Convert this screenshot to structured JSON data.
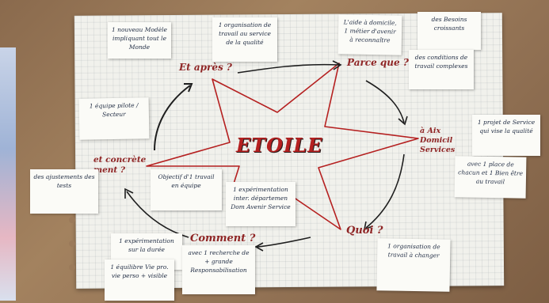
{
  "poster": {
    "title": "ETOILE",
    "branches": {
      "top_left": "Et après ?",
      "top_right": "Parce que ?",
      "right": "à Aix Domicil Services",
      "left": "et concrète ment ?",
      "bottom_left": "Comment ?",
      "bottom_right": "Quoi ?"
    }
  },
  "notes": [
    {
      "id": "n1",
      "text": "1 nouveau Modèle impliquant tout le Monde"
    },
    {
      "id": "n2",
      "text": "1 organisation de travail au service de la qualité"
    },
    {
      "id": "n3",
      "text": "L'aide à domicile, 1 métier d'avenir à reconnaître"
    },
    {
      "id": "n4",
      "text": "des Besoins croissants"
    },
    {
      "id": "n5",
      "text": "des conditions de travail complexes"
    },
    {
      "id": "n6",
      "text": "1 équipe pilote / Secteur"
    },
    {
      "id": "n7",
      "text": "1 projet de Service qui vise la qualité"
    },
    {
      "id": "n8",
      "text": "avec 1 place de chacun et 1 Bien être au travail"
    },
    {
      "id": "n9",
      "text": "des ajustements des tests"
    },
    {
      "id": "n10",
      "text": "Objectif d'1 travail en équipe"
    },
    {
      "id": "n11",
      "text": "1 expérimentation inter. départemen Dom Avenir Service"
    },
    {
      "id": "n12",
      "text": "1 expérimentation sur la durée"
    },
    {
      "id": "n13",
      "text": "1 équilibre Vie pro. vie perso + visible"
    },
    {
      "id": "n14",
      "text": "avec 1 recherche de + grande Responsabilisation"
    },
    {
      "id": "n15",
      "text": "1 organisation de travail à changer"
    }
  ],
  "colors": {
    "marker_red": "#b52020",
    "marker_dark": "#8f2525",
    "ink_black": "#1e1e1e",
    "note_ink": "#243047"
  }
}
